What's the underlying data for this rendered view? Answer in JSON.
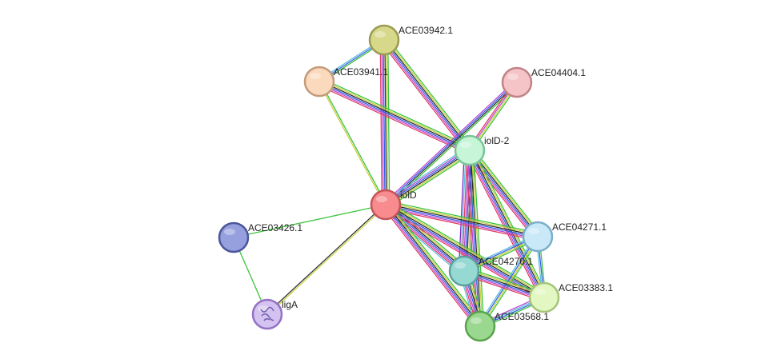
{
  "colors": {
    "edge_palette": [
      "#3ec43e",
      "#c8d23c",
      "#2f2f2f",
      "#3a5ee6",
      "#b84bd1",
      "#e0406a",
      "#5fbfdc",
      "#7a2fc7"
    ]
  },
  "nodes": [
    {
      "id": "ACE03942.1",
      "label": "ACE03942.1",
      "fill": "#d8d88a",
      "stroke": "#9a9a52"
    },
    {
      "id": "ACE03941.1",
      "label": "ACE03941.1",
      "fill": "#fad9bd",
      "stroke": "#c49a7a"
    },
    {
      "id": "ACE04404.1",
      "label": "ACE04404.1",
      "fill": "#f4c4c6",
      "stroke": "#c08387"
    },
    {
      "id": "iolD-2",
      "label": "iolD-2",
      "fill": "#c6f5d8",
      "stroke": "#79c596"
    },
    {
      "id": "iolD",
      "label": "iolD",
      "fill": "#f78b8e",
      "stroke": "#c45458"
    },
    {
      "id": "ACE03426.1",
      "label": "ACE03426.1",
      "fill": "#96a0de",
      "stroke": "#4a559b"
    },
    {
      "id": "ACE04271.1",
      "label": "ACE04271.1",
      "fill": "#c9e8f8",
      "stroke": "#7aaec9"
    },
    {
      "id": "ACE04270.1",
      "label": "ACE04270.1",
      "fill": "#96d9d3",
      "stroke": "#5aa29c"
    },
    {
      "id": "ACE03383.1",
      "label": "ACE03383.1",
      "fill": "#e3f7c2",
      "stroke": "#a4c47a"
    },
    {
      "id": "ACE03568.1",
      "label": "ACE03568.1",
      "fill": "#9bd88f",
      "stroke": "#5aa34e"
    },
    {
      "id": "ligA",
      "label": "ligA",
      "fill": "#d4c2f0",
      "stroke": "#9472c4"
    }
  ],
  "edges": [
    {
      "from": "ACE03942.1",
      "to": "ACE03941.1",
      "types": [
        0,
        3,
        6
      ]
    },
    {
      "from": "ACE03942.1",
      "to": "iolD",
      "types": [
        0,
        1,
        2,
        3,
        4,
        5
      ]
    },
    {
      "from": "ACE03942.1",
      "to": "iolD-2",
      "types": [
        0,
        1,
        2,
        3,
        4,
        5
      ]
    },
    {
      "from": "ACE03941.1",
      "to": "iolD",
      "types": [
        0,
        1
      ]
    },
    {
      "from": "ACE03941.1",
      "to": "iolD-2",
      "types": [
        0,
        1,
        2,
        3,
        4,
        5
      ]
    },
    {
      "from": "ACE04404.1",
      "to": "iolD",
      "types": [
        0,
        2,
        3,
        4
      ]
    },
    {
      "from": "ACE04404.1",
      "to": "iolD-2",
      "types": [
        0,
        1,
        4,
        5
      ]
    },
    {
      "from": "iolD-2",
      "to": "iolD",
      "types": [
        0,
        1,
        2,
        3,
        4,
        6
      ]
    },
    {
      "from": "iolD-2",
      "to": "ACE04271.1",
      "types": [
        0,
        1,
        2,
        3,
        4,
        5
      ]
    },
    {
      "from": "iolD-2",
      "to": "ACE04270.1",
      "types": [
        0,
        1,
        2,
        3,
        4,
        5,
        6,
        7
      ]
    },
    {
      "from": "iolD-2",
      "to": "ACE03383.1",
      "types": [
        0,
        1,
        2,
        3,
        4,
        5
      ]
    },
    {
      "from": "iolD-2",
      "to": "ACE03568.1",
      "types": [
        0,
        1,
        2,
        3,
        4,
        5
      ]
    },
    {
      "from": "iolD",
      "to": "ACE03426.1",
      "types": [
        0
      ]
    },
    {
      "from": "iolD",
      "to": "ligA",
      "types": [
        1,
        2
      ]
    },
    {
      "from": "iolD",
      "to": "ACE04271.1",
      "types": [
        0,
        1,
        2,
        3,
        4,
        5
      ]
    },
    {
      "from": "iolD",
      "to": "ACE04270.1",
      "types": [
        0,
        1,
        2,
        3,
        4,
        5,
        6
      ]
    },
    {
      "from": "iolD",
      "to": "ACE03383.1",
      "types": [
        0,
        1,
        2,
        3,
        4,
        5
      ]
    },
    {
      "from": "iolD",
      "to": "ACE03568.1",
      "types": [
        0,
        1,
        2,
        3,
        4,
        5
      ]
    },
    {
      "from": "ACE03426.1",
      "to": "ligA",
      "types": [
        0
      ]
    },
    {
      "from": "ACE04271.1",
      "to": "ACE04270.1",
      "types": [
        0,
        1,
        3,
        6
      ]
    },
    {
      "from": "ACE04271.1",
      "to": "ACE03383.1",
      "types": [
        0,
        3,
        6
      ]
    },
    {
      "from": "ACE04271.1",
      "to": "ACE03568.1",
      "types": [
        0,
        1,
        3,
        6
      ]
    },
    {
      "from": "ACE04270.1",
      "to": "ACE03383.1",
      "types": [
        0,
        1,
        2,
        3,
        4,
        5
      ]
    },
    {
      "from": "ACE04270.1",
      "to": "ACE03568.1",
      "types": [
        0,
        1,
        2,
        3,
        4,
        5,
        6
      ]
    },
    {
      "from": "ACE03383.1",
      "to": "ACE03568.1",
      "types": [
        0,
        3,
        6,
        4
      ]
    }
  ]
}
